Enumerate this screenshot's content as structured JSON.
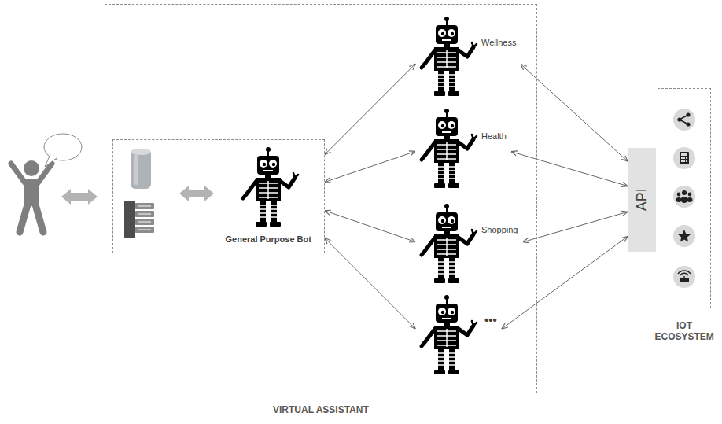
{
  "diagram": {
    "nodes": [
      {
        "text": [
          "VIRTUAL ASSISTANT"
        ]
      },
      {
        "text": [
          "General Purpose Bot"
        ],
        "in": 0
      },
      {
        "text": [
          "Wellness"
        ],
        "in": 0
      },
      {
        "text": [
          "Health"
        ],
        "in": 0
      },
      {
        "text": [
          "Shopping"
        ],
        "in": 0
      },
      {
        "text": [
          "•••"
        ],
        "in": 0
      },
      {
        "text": [
          "API"
        ]
      },
      {
        "text": [
          "IOT ECOSYSTEM"
        ]
      }
    ],
    "edges": [
      {
        "from": 1,
        "to": 2,
        "arrow": "both"
      },
      {
        "from": 1,
        "to": 3,
        "arrow": "both"
      },
      {
        "from": 1,
        "to": 4,
        "arrow": "both"
      },
      {
        "from": 1,
        "to": 5,
        "arrow": "both"
      },
      {
        "from": 2,
        "to": 6,
        "arrow": "both"
      },
      {
        "from": 3,
        "to": 6,
        "arrow": "both"
      },
      {
        "from": 4,
        "to": 6,
        "arrow": "both"
      },
      {
        "from": 5,
        "to": 6,
        "arrow": "both"
      }
    ]
  }
}
